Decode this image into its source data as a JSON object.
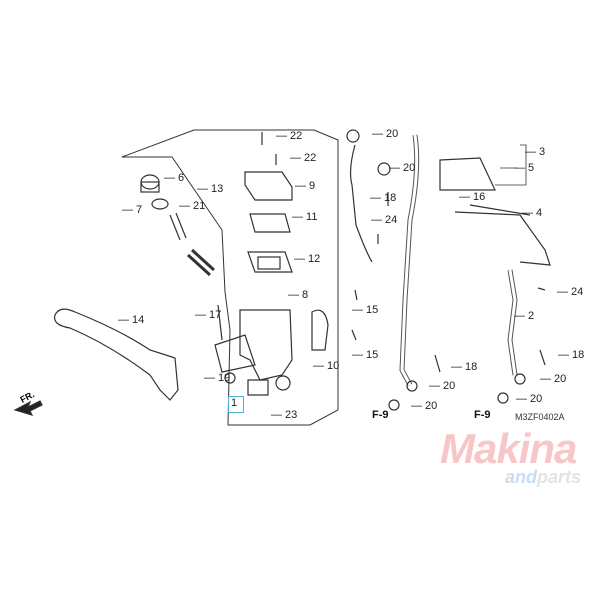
{
  "diagram": {
    "part_labels": [
      "22",
      "22",
      "6",
      "13",
      "21",
      "7",
      "9",
      "11",
      "12",
      "8",
      "17",
      "14",
      "10",
      "15",
      "15",
      "19",
      "1",
      "23",
      "20",
      "20",
      "18",
      "24",
      "3",
      "5",
      "16",
      "4",
      "2",
      "24",
      "18",
      "18",
      "20",
      "20",
      "20",
      "20"
    ],
    "references": [
      "F-9",
      "F-9"
    ],
    "direction": "FR.",
    "diagram_code": "M3ZF0402A",
    "highlighted_part": "1"
  },
  "watermark": {
    "brand": "Makina",
    "sub_a": "and",
    "sub_b": "parts"
  }
}
